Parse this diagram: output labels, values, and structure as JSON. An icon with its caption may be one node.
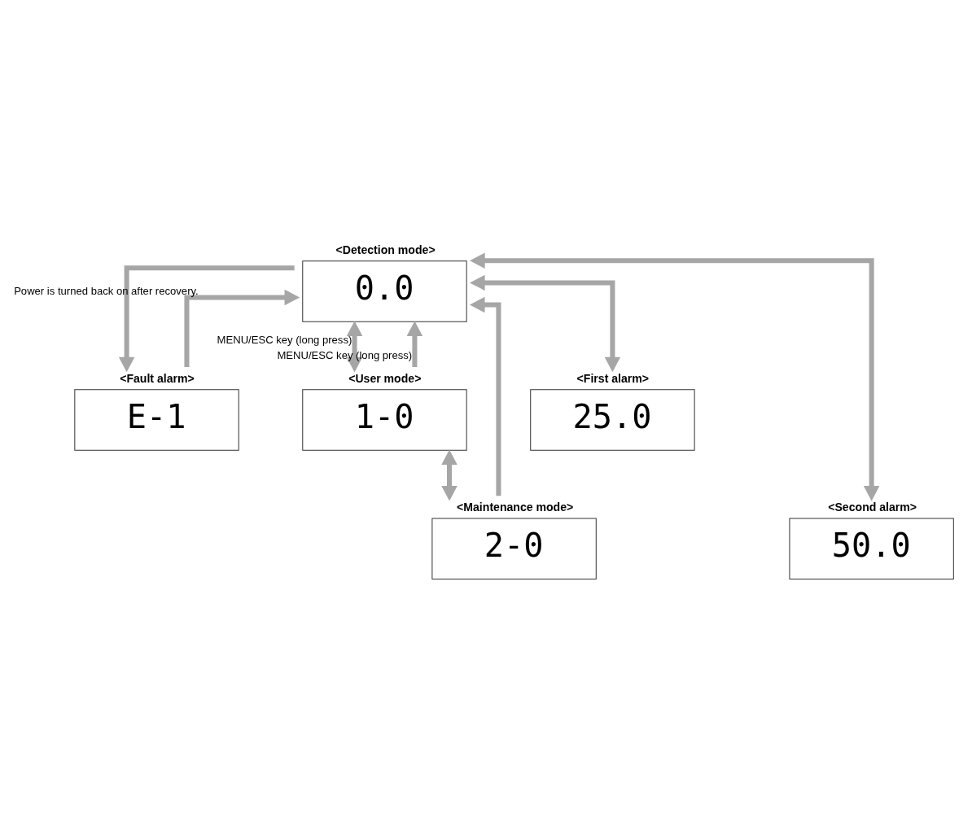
{
  "diagram": {
    "nodes": [
      {
        "text": [
          "<Detection mode>",
          "0.0"
        ]
      },
      {
        "text": [
          "<First alarm>",
          "25.0"
        ]
      },
      {
        "text": [
          "<Second alarm>",
          "50.0"
        ]
      },
      {
        "text": [
          "<Fault alarm>",
          "E-1"
        ]
      },
      {
        "text": [
          "<User mode>",
          "1-0"
        ]
      },
      {
        "text": [
          "<Maintenance mode>",
          "2-0"
        ]
      }
    ],
    "edges": [
      {
        "from": 1,
        "to": 0,
        "arrow": "both"
      },
      {
        "from": 2,
        "to": 0,
        "arrow": "both"
      },
      {
        "from": 0,
        "to": 3,
        "arrow": "to"
      },
      {
        "from": 3,
        "to": 0,
        "arrow": "to",
        "label": "Power is turned back on after recovery."
      },
      {
        "from": 0,
        "to": 4,
        "arrow": "both",
        "label": "MENU/ESC key (long press)"
      },
      {
        "from": 4,
        "to": 0,
        "arrow": "to",
        "label": "MENU/ESC key (long press)"
      },
      {
        "from": 5,
        "to": 0,
        "arrow": "to"
      },
      {
        "from": 4,
        "to": 5,
        "arrow": "both"
      }
    ]
  }
}
